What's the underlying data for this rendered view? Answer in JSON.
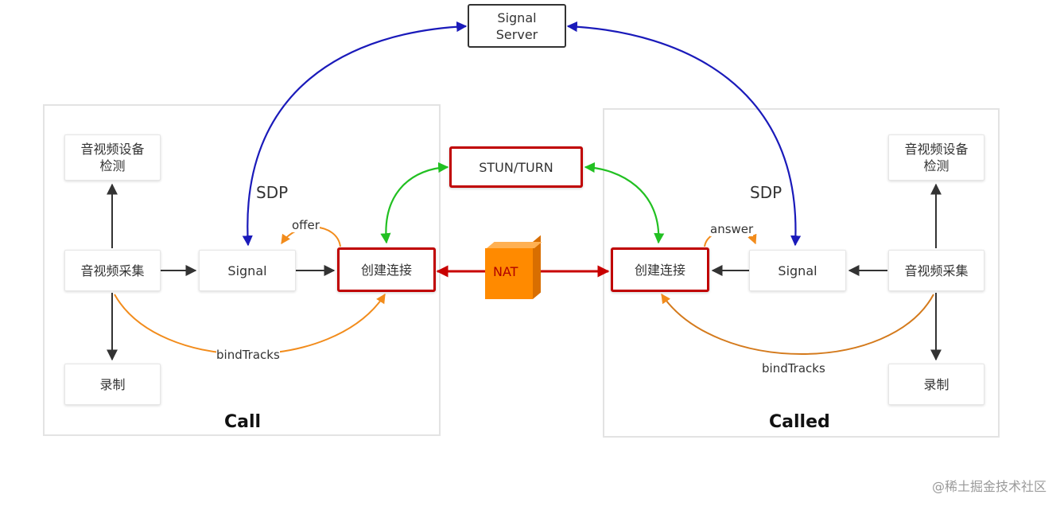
{
  "signal_server": "Signal\nServer",
  "stun_turn": "STUN/TURN",
  "nat": "NAT",
  "call": {
    "title": "Call",
    "device_check": "音视频设备\n检测",
    "capture": "音视频采集",
    "signal": "Signal",
    "connect": "创建连接",
    "record": "录制",
    "offer": "offer",
    "bind_tracks": "bindTracks",
    "sdp": "SDP"
  },
  "called": {
    "title": "Called",
    "device_check": "音视频设备\n检测",
    "capture": "音视频采集",
    "signal": "Signal",
    "connect": "创建连接",
    "record": "录制",
    "answer": "answer",
    "bind_tracks": "bindTracks",
    "sdp": "SDP"
  },
  "watermark": "@稀土掘金技术社区",
  "colors": {
    "sdp_arrow": "#1a1aba",
    "stun_arrow": "#22c022",
    "nat_arrow": "#c80000",
    "bind_arrow": "#f28c1c",
    "flow_arrow": "#333333",
    "nat_box": "#ff8a00"
  }
}
